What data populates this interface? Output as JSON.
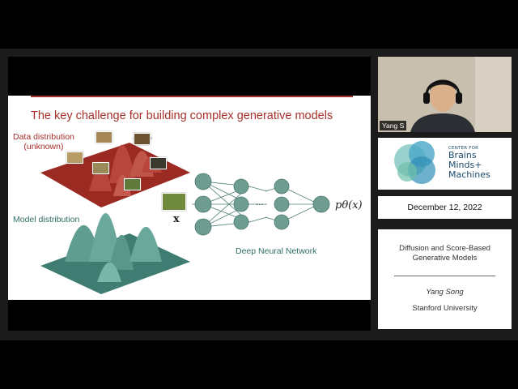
{
  "slide": {
    "title": "The key challenge for building complex generative models",
    "data_dist_line1": "Data distribution",
    "data_dist_line2": "(unknown)",
    "model_dist": "Model distribution",
    "dots": "∘ ∘ ∘",
    "x_symbol": "𝐱",
    "network_label": "Deep Neural Network",
    "p_theta": "pθ(x)",
    "colors": {
      "title": "#a6302a",
      "data_surface": "#9b2a22",
      "model_surface": "#4f8f84",
      "network": "#5f8f84"
    }
  },
  "participant": {
    "name": "Yang S"
  },
  "sidebar": {
    "logo_top": "CENTER FOR",
    "logo_line1": "Brains",
    "logo_line2": "Minds+",
    "logo_line3": "Machines",
    "date": "December 12, 2022",
    "talk_title_line1": "Diffusion and Score-Based",
    "talk_title_line2": "Generative Models",
    "author": "Yang Song",
    "institution": "Stanford University"
  }
}
